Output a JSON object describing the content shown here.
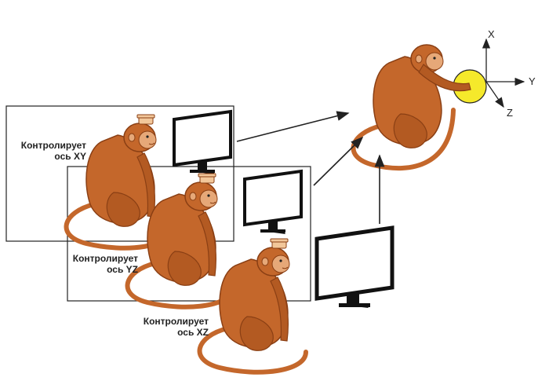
{
  "labels": {
    "xy": [
      "Контролирует",
      "ось XY"
    ],
    "yz": [
      "Контролирует",
      "ось YZ"
    ],
    "xz": [
      "Контролирует",
      "ось XZ"
    ]
  },
  "axes": {
    "x": "X",
    "y": "Y",
    "z": "Z"
  },
  "colors": {
    "monkey_body": "#c4672b",
    "monkey_dark": "#8a3f14",
    "monkey_face": "#e6a878",
    "cap": "#f2c79a",
    "ball": "#f5e92b",
    "frame": "#222222"
  }
}
